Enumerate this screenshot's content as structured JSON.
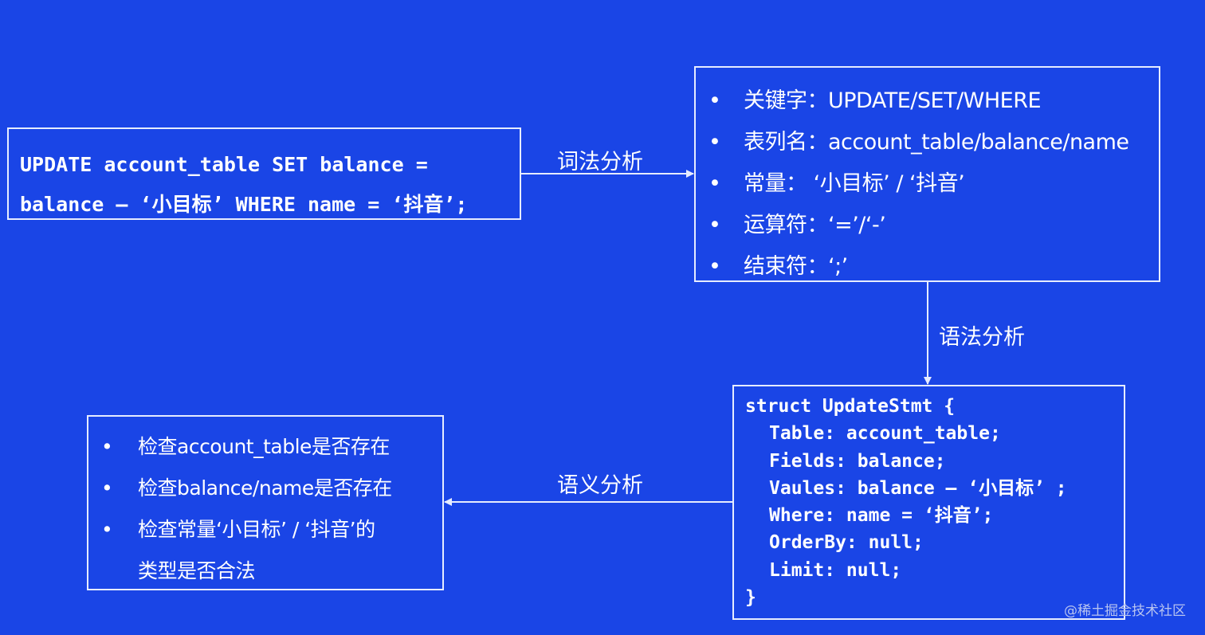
{
  "sql_box": {
    "lines": [
      "UPDATE account_table SET balance =",
      "balance – ‘小目标’ WHERE name = ‘抖音’;"
    ]
  },
  "lexical_box": {
    "items": [
      "关键字：UPDATE/SET/WHERE",
      "表列名：account_table/balance/name",
      "常量： ‘小目标’ / ‘抖音’",
      "运算符：‘=’/‘-’",
      "结束符：‘;’"
    ]
  },
  "struct_box": {
    "open": "struct UpdateStmt {",
    "fields": [
      "Table: account_table;",
      "Fields: balance;",
      "Vaules: balance – ‘小目标’ ;",
      "Where: name = ‘抖音’;",
      "OrderBy: null;",
      "Limit: null;"
    ],
    "close": "}"
  },
  "semantic_box": {
    "items": [
      {
        "text": "检查account_table是否存在"
      },
      {
        "text": "检查balance/name是否存在"
      },
      {
        "text": "检查常量‘小目标’ / ‘抖音’的",
        "continuation": "类型是否合法"
      }
    ]
  },
  "edges": {
    "lexical": "词法分析",
    "syntax": "语法分析",
    "semantic": "语义分析"
  },
  "bullet": "•",
  "watermark": "@稀土掘金技术社区",
  "colors": {
    "background": "#1a45e6",
    "border": "#e6ecff",
    "text": "#ffffff"
  }
}
